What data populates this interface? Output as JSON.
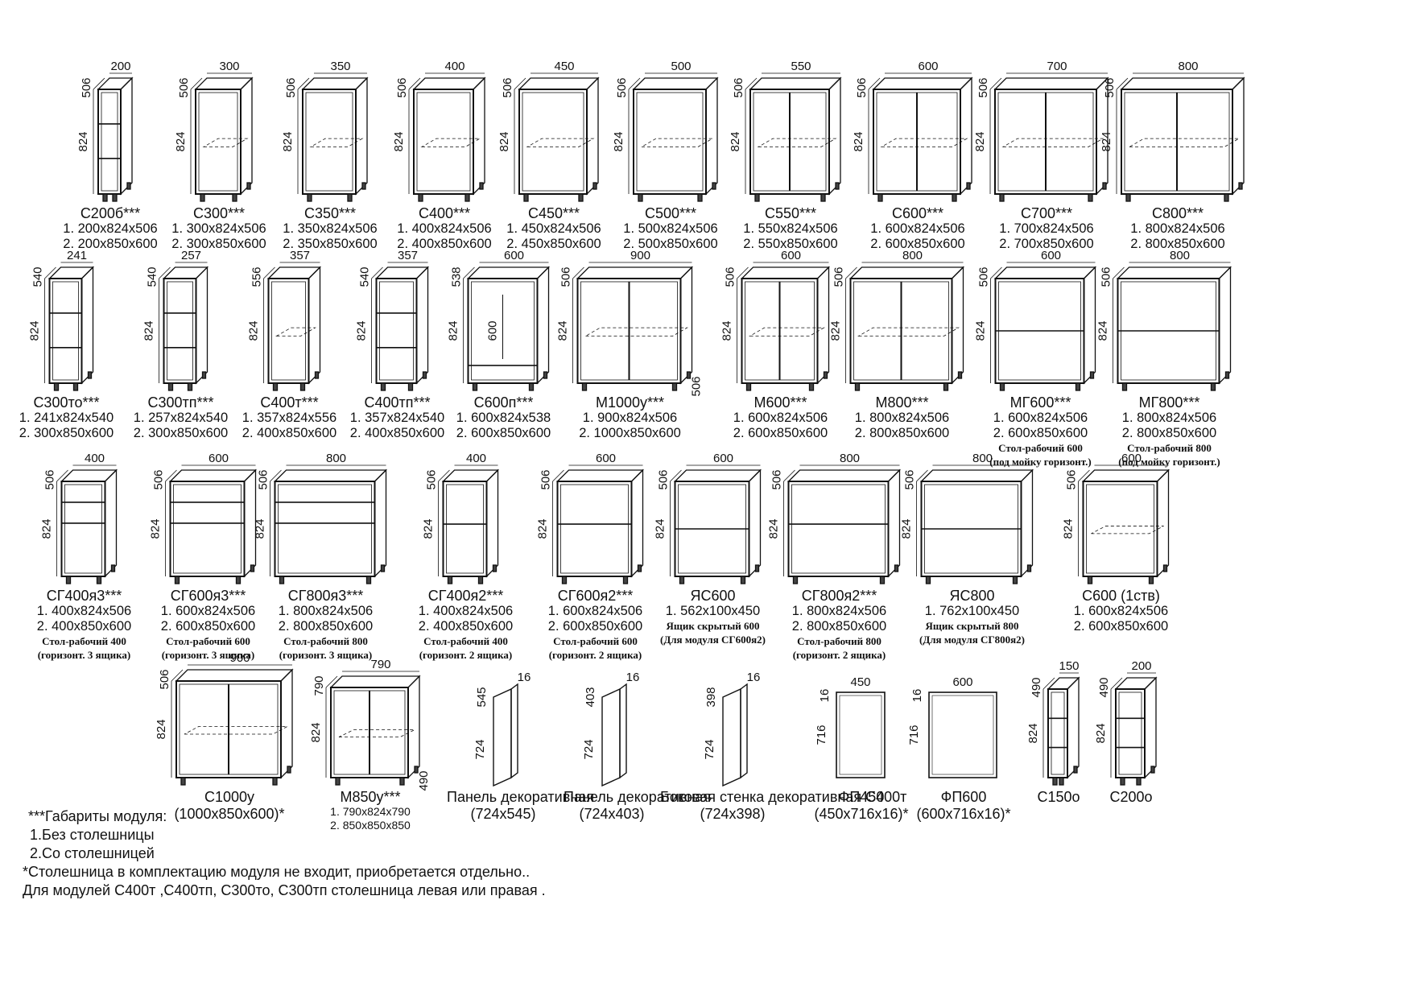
{
  "row1": [
    {
      "name": "С200б***",
      "s1": "1. 200х824х506",
      "s2": "2. 200х850х600",
      "w": "200",
      "d": "506",
      "h": "824"
    },
    {
      "name": "С300***",
      "s1": "1. 300х824х506",
      "s2": "2. 300х850х600",
      "w": "300",
      "d": "506",
      "h": "824"
    },
    {
      "name": "С350***",
      "s1": "1. 350х824х506",
      "s2": "2. 350х850х600",
      "w": "350",
      "d": "506",
      "h": "824"
    },
    {
      "name": "С400***",
      "s1": "1. 400х824х506",
      "s2": "2. 400х850х600",
      "w": "400",
      "d": "506",
      "h": "824"
    },
    {
      "name": "С450***",
      "s1": "1. 450х824х506",
      "s2": "2. 450х850х600",
      "w": "450",
      "d": "506",
      "h": "824"
    },
    {
      "name": "С500***",
      "s1": "1. 500х824х506",
      "s2": "2. 500х850х600",
      "w": "500",
      "d": "506",
      "h": "824"
    },
    {
      "name": "С550***",
      "s1": "1. 550х824х506",
      "s2": "2. 550х850х600",
      "w": "550",
      "d": "506",
      "h": "824"
    },
    {
      "name": "С600***",
      "s1": "1. 600х824х506",
      "s2": "2. 600х850х600",
      "w": "600",
      "d": "506",
      "h": "824"
    },
    {
      "name": "С700***",
      "s1": "1. 700х824х506",
      "s2": "2. 700х850х600",
      "w": "700",
      "d": "506",
      "h": "824"
    },
    {
      "name": "С800***",
      "s1": "1. 800х824х506",
      "s2": "2. 800х850х600",
      "w": "800",
      "d": "506",
      "h": "824"
    }
  ],
  "row2": [
    {
      "name": "С300то***",
      "s1": "1. 241х824х540",
      "s2": "2. 300х850х600",
      "w": "241",
      "d": "540",
      "h": "824"
    },
    {
      "name": "С300тп***",
      "s1": "1. 257х824х540",
      "s2": "2. 300х850х600",
      "w": "257",
      "d": "540",
      "h": "824"
    },
    {
      "name": "С400т***",
      "s1": "1. 357х824х556",
      "s2": "2. 400х850х600",
      "w": "357",
      "d": "556",
      "h": "824"
    },
    {
      "name": "С400тп***",
      "s1": "1. 357х824х540",
      "s2": "2. 400х850х600",
      "w": "357",
      "d": "540",
      "h": "824"
    },
    {
      "name": "С600п***",
      "s1": "1. 600х824х538",
      "s2": "2. 600х850х600",
      "w": "600",
      "d": "538",
      "h": "824",
      "inner": "600"
    },
    {
      "name": "М1000у***",
      "s1": "1. 900х824х506",
      "s2": "2. 1000х850х600",
      "w": "900",
      "d": "506",
      "h": "824",
      "side": "506"
    },
    {
      "name": "М600***",
      "s1": "1. 600х824х506",
      "s2": "2. 600х850х600",
      "w": "600",
      "d": "506",
      "h": "824"
    },
    {
      "name": "М800***",
      "s1": "1. 800х824х506",
      "s2": "2. 800х850х600",
      "w": "800",
      "d": "506",
      "h": "824"
    },
    {
      "name": "МГ600***",
      "s1": "1. 600х824х506",
      "s2": "2. 600х850х600",
      "n1": "Стол-рабочий 600",
      "n2": "(под мойку горизонт.)",
      "w": "600",
      "d": "506",
      "h": "824"
    },
    {
      "name": "МГ800***",
      "s1": "1. 800х824х506",
      "s2": "2. 800х850х600",
      "n1": "Стол-рабочий 800",
      "n2": "(под мойку горизонт.)",
      "w": "800",
      "d": "506",
      "h": "824"
    }
  ],
  "row3": [
    {
      "name": "СГ400я3***",
      "s1": "1. 400х824х506",
      "s2": "2. 400х850х600",
      "n1": "Стол-рабочий 400",
      "n2": "(горизонт. 3 ящика)",
      "w": "400",
      "d": "506",
      "h": "824"
    },
    {
      "name": "СГ600я3***",
      "s1": "1. 600х824х506",
      "s2": "2. 600х850х600",
      "n1": "Стол-рабочий 600",
      "n2": "(горизонт. 3 ящика)",
      "w": "600",
      "d": "506",
      "h": "824"
    },
    {
      "name": "СГ800я3***",
      "s1": "1. 800х824х506",
      "s2": "2. 800х850х600",
      "n1": "Стол-рабочий 800",
      "n2": "(горизонт. 3 ящика)",
      "w": "800",
      "d": "506",
      "h": "824"
    },
    {
      "name": "СГ400я2***",
      "s1": "1. 400х824х506",
      "s2": "2. 400х850х600",
      "n1": "Стол-рабочий 400",
      "n2": "(горизонт. 2 ящика)",
      "w": "400",
      "d": "506",
      "h": "824"
    },
    {
      "name": "СГ600я2***",
      "s1": "1. 600х824х506",
      "s2": "2. 600х850х600",
      "n1": "Стол-рабочий 600",
      "n2": "(горизонт. 2 ящика)",
      "w": "600",
      "d": "506",
      "h": "824"
    },
    {
      "name": "ЯС600",
      "s1": "1. 562х100х450",
      "n1": "Ящик скрытый 600",
      "n2": "(Для модуля СГ600я2)",
      "w": "600",
      "d": "506",
      "h": "824"
    },
    {
      "name": "СГ800я2***",
      "s1": "1. 800х824х506",
      "s2": "2. 800х850х600",
      "n1": "Стол-рабочий 800",
      "n2": "(горизонт. 2 ящика)",
      "w": "800",
      "d": "506",
      "h": "824"
    },
    {
      "name": "ЯС800",
      "s1": "1. 762х100х450",
      "n1": "Ящик скрытый 800",
      "n2": "(Для модуля СГ800я2)",
      "w": "800",
      "d": "506",
      "h": "824"
    },
    {
      "name": "С600 (1ств)",
      "s1": "1. 600х824х506",
      "s2": "2. 600х850х600",
      "w": "600",
      "d": "506",
      "h": "824"
    }
  ],
  "row4": [
    {
      "name": "С1000у",
      "s1": "(1000х850х600)*",
      "w": "900",
      "d": "506",
      "h": "824"
    },
    {
      "name": "М850у***",
      "s1": "1. 790х824х790",
      "s2": "2. 850х850х850",
      "w": "790",
      "d": "790",
      "h": "824",
      "side": "490"
    },
    {
      "name": "Панель декоративная",
      "s1": "(724х545)",
      "w": "16",
      "d": "545",
      "h": "724"
    },
    {
      "name": "Панель декоративная",
      "s1": "(724х403)",
      "w": "16",
      "d": "403",
      "h": "724"
    },
    {
      "name": "Боковая стенка декоративная С400т",
      "s1": "(724х398)",
      "w": "16",
      "d": "398",
      "h": "724"
    },
    {
      "name": "ФП450",
      "s1": "(450х716х16)*",
      "w": "450",
      "d": "16",
      "h": "716"
    },
    {
      "name": "ФП600",
      "s1": "(600х716х16)*",
      "w": "600",
      "d": "16",
      "h": "716"
    },
    {
      "name": "С150о",
      "w": "150",
      "d": "490",
      "h": "824"
    },
    {
      "name": "С200о",
      "w": "200",
      "d": "490",
      "h": "824"
    }
  ],
  "legend": {
    "title": "***Габариты модуля:",
    "l1": "1.Без столешницы",
    "l2": "2.Со столешницей"
  },
  "footnotes": {
    "f1": "*Столешница в комплектацию модуля не входит, приобретается отдельно..",
    "f2": "Для модулей С400т ,С400тп, С300то, С300тп столешница левая или правая ."
  }
}
